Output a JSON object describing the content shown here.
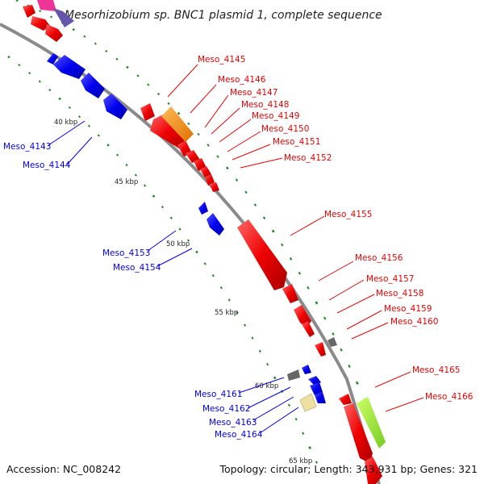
{
  "title": "Mesorhizobium sp. BNC1 plasmid 1, complete sequence",
  "footer": {
    "accession": "Accession: NC_008242",
    "summary": "Topology: circular; Length: 343,931 bp; Genes: 321"
  },
  "colors": {
    "forward": "#ee0000",
    "reverse": "#0000ee",
    "backbone": "#888888",
    "gc_dots": "#1a8c1a",
    "highlight_orange": "#ff8c00",
    "highlight_green": "#99ee33",
    "highlight_pink": "#ee3399",
    "highlight_purple": "#6655aa",
    "highlight_yellow": "#eee0a0",
    "gray_gene": "#666666"
  },
  "ticks": [
    "40 kbp",
    "45 kbp",
    "50 kbp",
    "55 kbp",
    "60 kbp",
    "65 kbp"
  ],
  "forward_labels": [
    "Meso_4145",
    "Meso_4146",
    "Meso_4147",
    "Meso_4148",
    "Meso_4149",
    "Meso_4150",
    "Meso_4151",
    "Meso_4152",
    "Meso_4155",
    "Meso_4156",
    "Meso_4157",
    "Meso_4158",
    "Meso_4159",
    "Meso_4160",
    "Meso_4165",
    "Meso_4166"
  ],
  "reverse_labels": [
    "Meso_4143",
    "Meso_4144",
    "Meso_4153",
    "Meso_4154",
    "Meso_4161",
    "Meso_4162",
    "Meso_4163",
    "Meso_4164"
  ]
}
